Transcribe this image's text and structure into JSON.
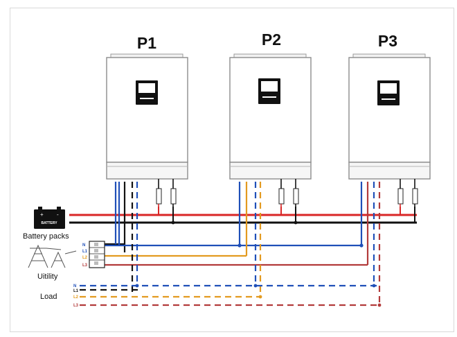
{
  "units": [
    {
      "id": "P1",
      "label": "P1"
    },
    {
      "id": "P2",
      "label": "P2"
    },
    {
      "id": "P3",
      "label": "P3"
    }
  ],
  "labels": {
    "battery_packs": "Battery packs",
    "utility": "Uitility",
    "load": "Load",
    "battery_icon_text": "BATTERY"
  },
  "phases": [
    {
      "label": "N",
      "color": "#1f4fb8"
    },
    {
      "label": "L1",
      "color": "#1f4fb8"
    },
    {
      "label": "L2",
      "color": "#e39a1f"
    },
    {
      "label": "L3",
      "color": "#b23a3a"
    }
  ],
  "colors": {
    "positive": "#d92626",
    "negative": "#111111",
    "neutral_l1": "#1f4fb8",
    "l2": "#e39a1f",
    "l3": "#b23a3a"
  }
}
